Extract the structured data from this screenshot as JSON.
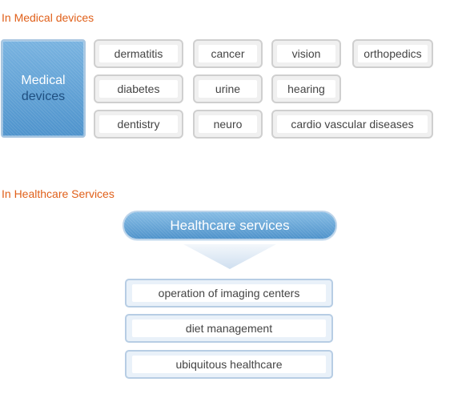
{
  "medical": {
    "title": "In Medical devices",
    "main_box": {
      "line1": "Medical",
      "line2": "devices"
    },
    "items": [
      "dermatitis",
      "cancer",
      "vision",
      "orthopedics",
      "diabetes",
      "urine",
      "hearing",
      "dentistry",
      "neuro",
      "cardio vascular diseases"
    ]
  },
  "healthcare": {
    "title": "In Healthcare Services",
    "header": "Healthcare services",
    "items": [
      "operation of imaging centers",
      "diet management",
      "ubiquitous healthcare"
    ]
  },
  "colors": {
    "section_title": "#e0601a",
    "main_blue": "#5d9fd3",
    "pill_border": "#cfcfcf",
    "service_border": "#b7cde4"
  }
}
